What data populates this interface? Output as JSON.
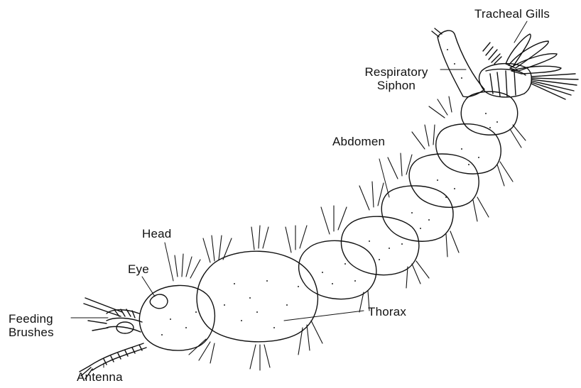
{
  "diagram": {
    "labels": {
      "tracheal_gills": "Tracheal Gills",
      "respiratory_siphon_line1": "Respiratory",
      "respiratory_siphon_line2": "Siphon",
      "abdomen": "Abdomen",
      "head": "Head",
      "eye": "Eye",
      "feeding_brushes_line1": "Feeding",
      "feeding_brushes_line2": "Brushes",
      "thorax": "Thorax",
      "antenna": "Antenna"
    },
    "colors": {
      "ink": "#111111",
      "paper": "#ffffff"
    }
  }
}
